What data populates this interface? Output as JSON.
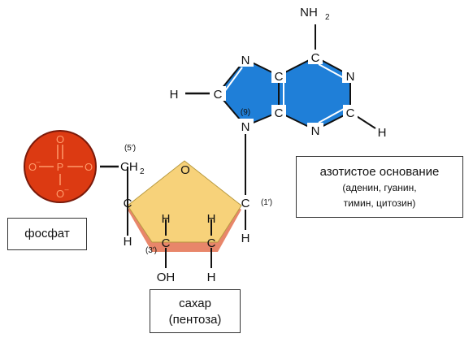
{
  "labels": {
    "phosphate": "фосфат",
    "sugar_line1": "сахар",
    "sugar_line2": "(пентоза)",
    "base_title": "азотистое основание",
    "base_examples_line1": "(аденин, гуанин,",
    "base_examples_line2": "тимин, цитозин)"
  },
  "atoms": {
    "carbon": "C",
    "nitrogen": "N",
    "hydrogen": "H",
    "oxygen": "O",
    "phosphorus": "P",
    "amino": "NH",
    "amino_sub": "2",
    "ch2": "CH",
    "ch2_sub": "2",
    "hydroxyl": "OH",
    "o_minus": "O",
    "minus": "–"
  },
  "positions": {
    "five_prime": "(5′)",
    "three_prime": "(3′)",
    "one_prime": "(1′)",
    "nine": "(9)"
  },
  "colors": {
    "phosphate_fill": "#dc3a12",
    "phosphate_text": "#ff9a6a",
    "sugar_fill": "#f7d27a",
    "sugar_shadow": "#e8866a",
    "base_fill": "#1f7fd8"
  }
}
